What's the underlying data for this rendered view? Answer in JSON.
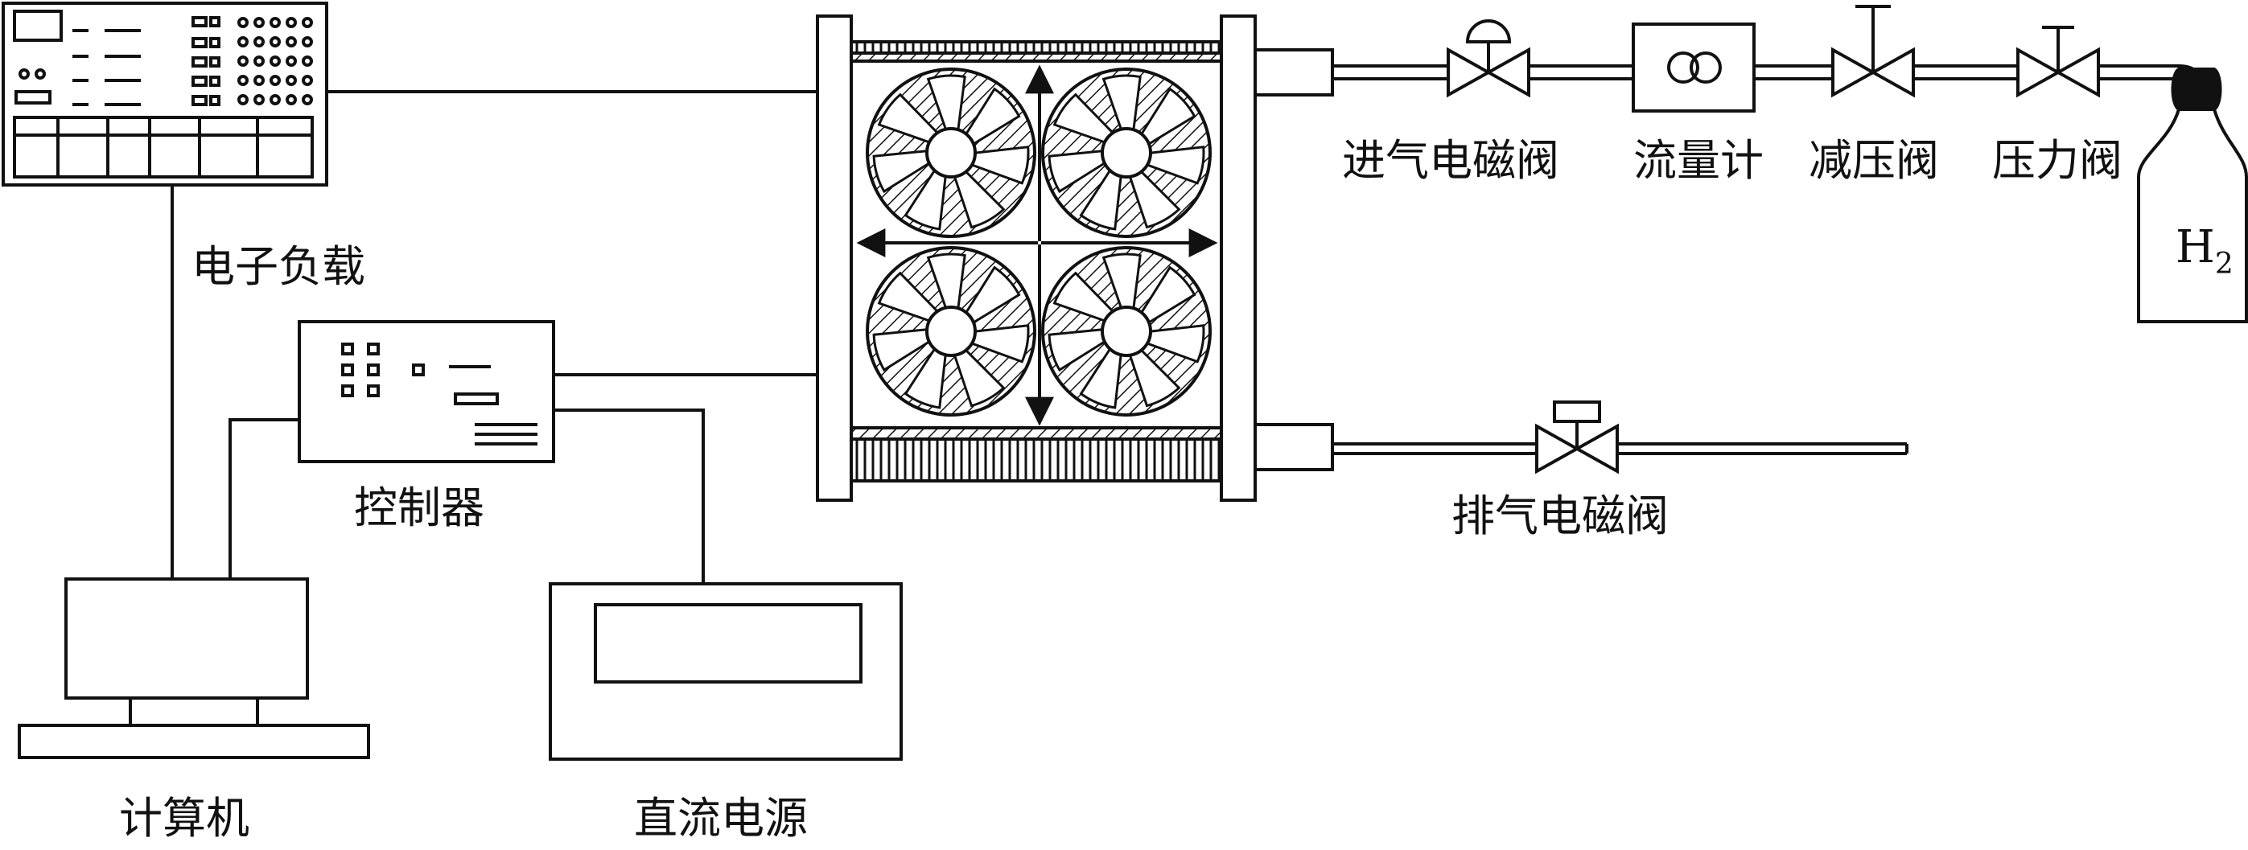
{
  "labels": {
    "electronic_load": "电子负载",
    "controller": "控制器",
    "computer": "计算机",
    "dc_power": "直流电源",
    "inlet_solenoid_valve": "进气电磁阀",
    "flow_meter": "流量计",
    "pressure_reducing_valve": "减压阀",
    "pressure_valve": "压力阀",
    "exhaust_solenoid_valve": "排气电磁阀",
    "h2": "H",
    "h2_sub": "2"
  }
}
